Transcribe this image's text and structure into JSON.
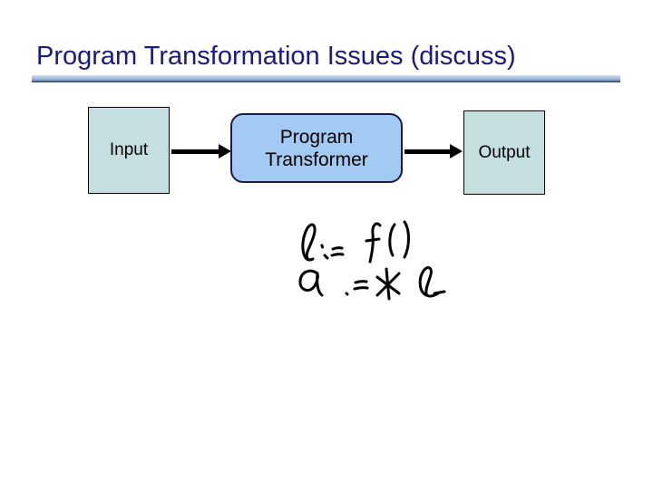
{
  "slide": {
    "title": "Program Transformation Issues (discuss)"
  },
  "diagram": {
    "input_label": "Input",
    "transformer_label": "Program Transformer",
    "output_label": "Output"
  },
  "handwriting": {
    "line1": "b := f()",
    "line2": "a := *b",
    "full_text": "b := f() ; a := *b"
  },
  "colors": {
    "title_text": "#1a1a80",
    "io_box_fill": "#c5dfe1",
    "transformer_box_fill": "#a3caf3",
    "transformer_box_border": "#1a1a4e",
    "box_border": "#000000",
    "arrow": "#000000",
    "rule_gradient_top": "#d9e3f0",
    "rule_gradient_mid": "#8fafd2",
    "rule_gradient_bottom": "#1b2b4d",
    "background": "#ffffff"
  }
}
